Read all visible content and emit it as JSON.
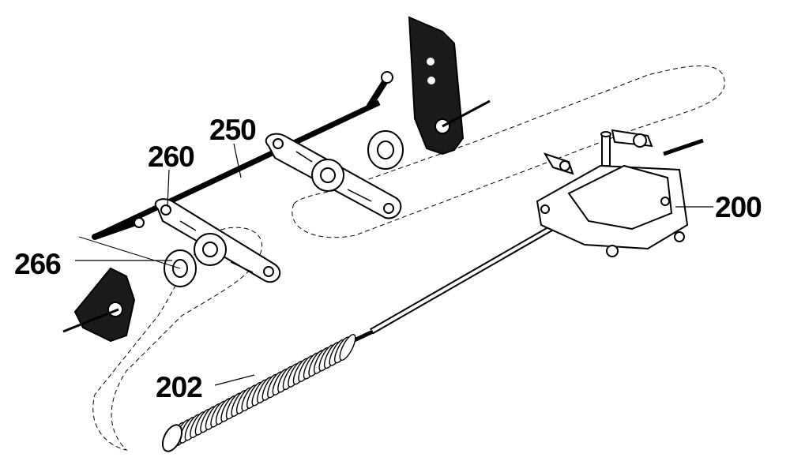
{
  "diagram": {
    "callouts": [
      {
        "id": "250",
        "text": "250"
      },
      {
        "id": "260",
        "text": "260"
      },
      {
        "id": "266",
        "text": "266"
      },
      {
        "id": "200",
        "text": "200"
      },
      {
        "id": "202",
        "text": "202"
      }
    ]
  },
  "colors": {
    "ink": "#000000",
    "paper": "#ffffff",
    "shade": "#d9d9d9",
    "dark_part": "#1a1a1a"
  }
}
